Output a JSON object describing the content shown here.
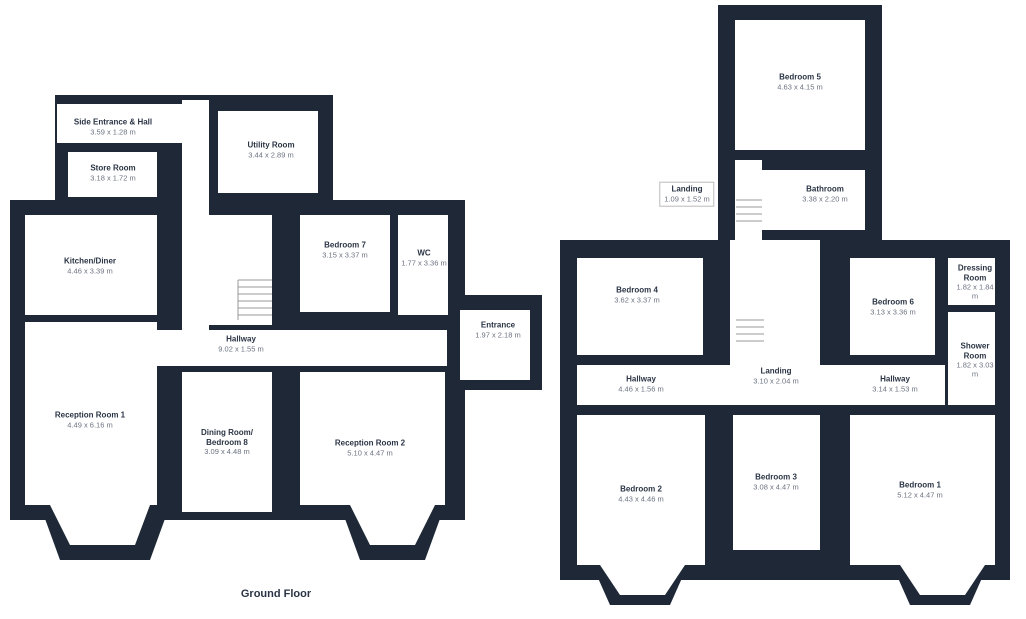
{
  "colors": {
    "wall": "#1e2836",
    "floor": "#ffffff",
    "text": "#2a3444",
    "dim": "#6b7280"
  },
  "ground_floor": {
    "title": "Ground Floor",
    "rooms": [
      {
        "name": "Side Entrance & Hall",
        "dim": "3.59 x 1.28 m"
      },
      {
        "name": "Utility Room",
        "dim": "3.44 x 2.89 m"
      },
      {
        "name": "Store Room",
        "dim": "3.18 x 1.72 m"
      },
      {
        "name": "Kitchen/Diner",
        "dim": "4.46 x 3.39 m"
      },
      {
        "name": "Bedroom 7",
        "dim": "3.15 x 3.37 m"
      },
      {
        "name": "WC",
        "dim": "1.77 x 3.36 m"
      },
      {
        "name": "Hallway",
        "dim": "9.02 x 1.55 m"
      },
      {
        "name": "Entrance",
        "dim": "1.97 x 2.18 m"
      },
      {
        "name": "Reception Room 1",
        "dim": "4.49 x 6.16 m"
      },
      {
        "name": "Dining Room/ Bedroom 8",
        "dim": "3.09 x 4.48 m"
      },
      {
        "name": "Reception Room 2",
        "dim": "5.10 x 4.47 m"
      }
    ]
  },
  "first_floor": {
    "rooms": [
      {
        "name": "Bedroom 5",
        "dim": "4.63 x 4.15 m"
      },
      {
        "name": "Landing",
        "dim": "1.09 x 1.52 m"
      },
      {
        "name": "Bathroom",
        "dim": "3.38 x 2.20 m"
      },
      {
        "name": "Bedroom 4",
        "dim": "3.62 x 3.37 m"
      },
      {
        "name": "Dressing Room",
        "dim": "1.82 x 1.84 m"
      },
      {
        "name": "Bedroom 6",
        "dim": "3.13 x 3.36 m"
      },
      {
        "name": "Shower Room",
        "dim": "1.82 x 3.03 m"
      },
      {
        "name": "Hallway",
        "dim": "4.46 x 1.56 m"
      },
      {
        "name": "Landing",
        "dim": "3.10 x 2.04 m"
      },
      {
        "name": "Hallway",
        "dim": "3.14 x 1.53 m"
      },
      {
        "name": "Bedroom 2",
        "dim": "4.43 x 4.46 m"
      },
      {
        "name": "Bedroom 3",
        "dim": "3.08 x 4.47 m"
      },
      {
        "name": "Bedroom 1",
        "dim": "5.12 x 4.47 m"
      }
    ]
  }
}
